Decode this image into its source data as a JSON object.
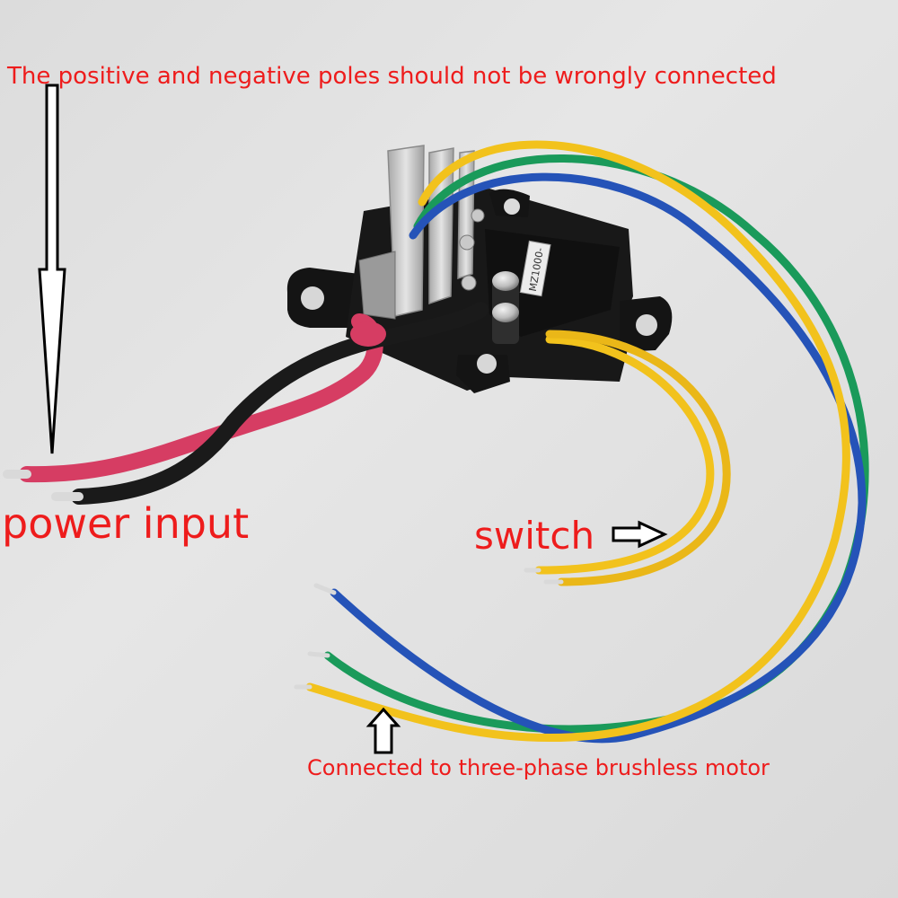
{
  "image": {
    "subject": "brushless motor controller board with wires",
    "colors": {
      "background": "#dfdfdf",
      "caption": "#ee1c1c",
      "red_wire": "#d63d63",
      "black_wire": "#1a1a1a",
      "yellow_wire": "#f2c21c",
      "green_wire": "#1a9a5a",
      "blue_wire": "#2553b8",
      "housing": "#151515",
      "heatsink": "#c9c9c9"
    }
  },
  "annotations": {
    "polarity_warning": "The positive and negative poles should not be wrongly connected",
    "power_input": "power input",
    "switch": "switch",
    "motor": "Connected to three-phase brushless motor"
  },
  "board": {
    "label": "MZ1000-"
  }
}
